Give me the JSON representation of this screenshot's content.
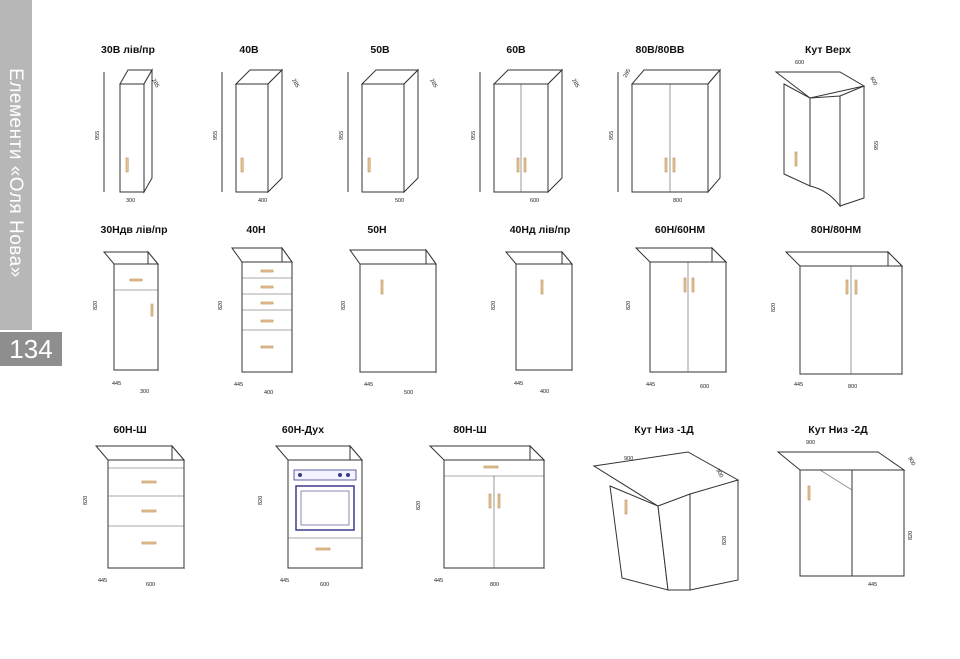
{
  "sidebar": {
    "title": "Елементи «Оля Нова»",
    "page_number": "134",
    "band_color": "#b7b7b7",
    "page_color": "#8e8e8e"
  },
  "cabinets": {
    "c30v": {
      "label": "30В лів/пр",
      "height": "955",
      "depth": "285",
      "width": "300"
    },
    "c40v": {
      "label": "40В",
      "height": "955",
      "depth": "285",
      "width": "400"
    },
    "c50v": {
      "label": "50В",
      "height": "955",
      "depth": "285",
      "width": "500"
    },
    "c60v": {
      "label": "60В",
      "height": "955",
      "depth": "285",
      "width": "600"
    },
    "c80v": {
      "label": "80В/80ВВ",
      "height": "955",
      "depth": "285",
      "width": "800"
    },
    "cktv": {
      "label": "Кут Верх",
      "height": "955",
      "depth": "600",
      "width": "600"
    },
    "c30n": {
      "label": "30Ндв лів/пр",
      "height": "820",
      "depth": "445",
      "width": "300"
    },
    "c40n": {
      "label": "40Н",
      "height": "820",
      "depth": "445",
      "width": "400"
    },
    "c50n": {
      "label": "50Н",
      "height": "820",
      "depth": "445",
      "width": "500"
    },
    "c40nd": {
      "label": "40Нд лів/пр",
      "height": "820",
      "depth": "445",
      "width": "400"
    },
    "c60n": {
      "label": "60Н/60НМ",
      "height": "820",
      "depth": "445",
      "width": "600"
    },
    "c80n": {
      "label": "80Н/80НМ",
      "height": "820",
      "depth": "445",
      "width": "800"
    },
    "c60sh": {
      "label": "60Н-Ш",
      "height": "820",
      "depth": "445",
      "width": "600"
    },
    "c60duh": {
      "label": "60Н-Дух",
      "height": "820",
      "depth": "445",
      "width": "600"
    },
    "c80sh": {
      "label": "80Н-Ш",
      "height": "820",
      "depth": "445",
      "width": "800"
    },
    "cktn1": {
      "label": "Кут Низ -1Д",
      "height": "820",
      "depth": "900",
      "width": "900"
    },
    "cktn2": {
      "label": "Кут Низ -2Д",
      "height": "820",
      "depth": "900",
      "width": "900",
      "side": "445"
    }
  }
}
